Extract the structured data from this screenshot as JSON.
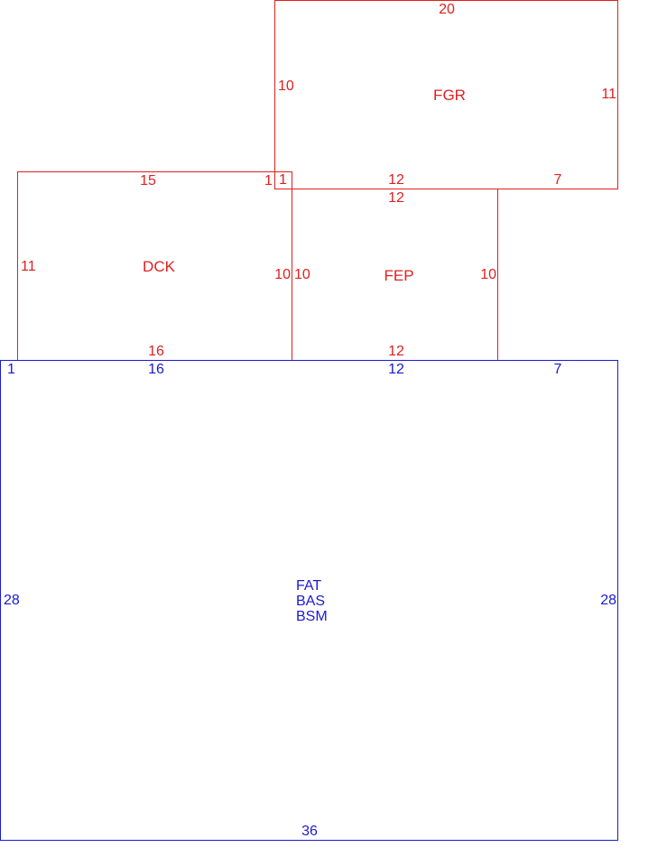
{
  "colors": {
    "red": "#e02020",
    "blue": "#1a1ad0"
  },
  "rooms": {
    "fgr": {
      "name": "FGR",
      "top": "20",
      "left": "10",
      "right": "11",
      "bottom_a": "12",
      "bottom_b": "7",
      "corner": "1"
    },
    "dck": {
      "name": "DCK",
      "top": "15",
      "left": "11",
      "right": "10",
      "bottom": "16",
      "corner": "1"
    },
    "fep": {
      "name": "FEP",
      "top": "12",
      "left": "10",
      "right": "10",
      "bottom": "12"
    },
    "main": {
      "names": [
        "FAT",
        "BAS",
        "BSM"
      ],
      "top_left": "1",
      "top_a": "16",
      "top_b": "12",
      "top_c": "7",
      "left": "28",
      "right": "28",
      "bottom": "36"
    }
  }
}
